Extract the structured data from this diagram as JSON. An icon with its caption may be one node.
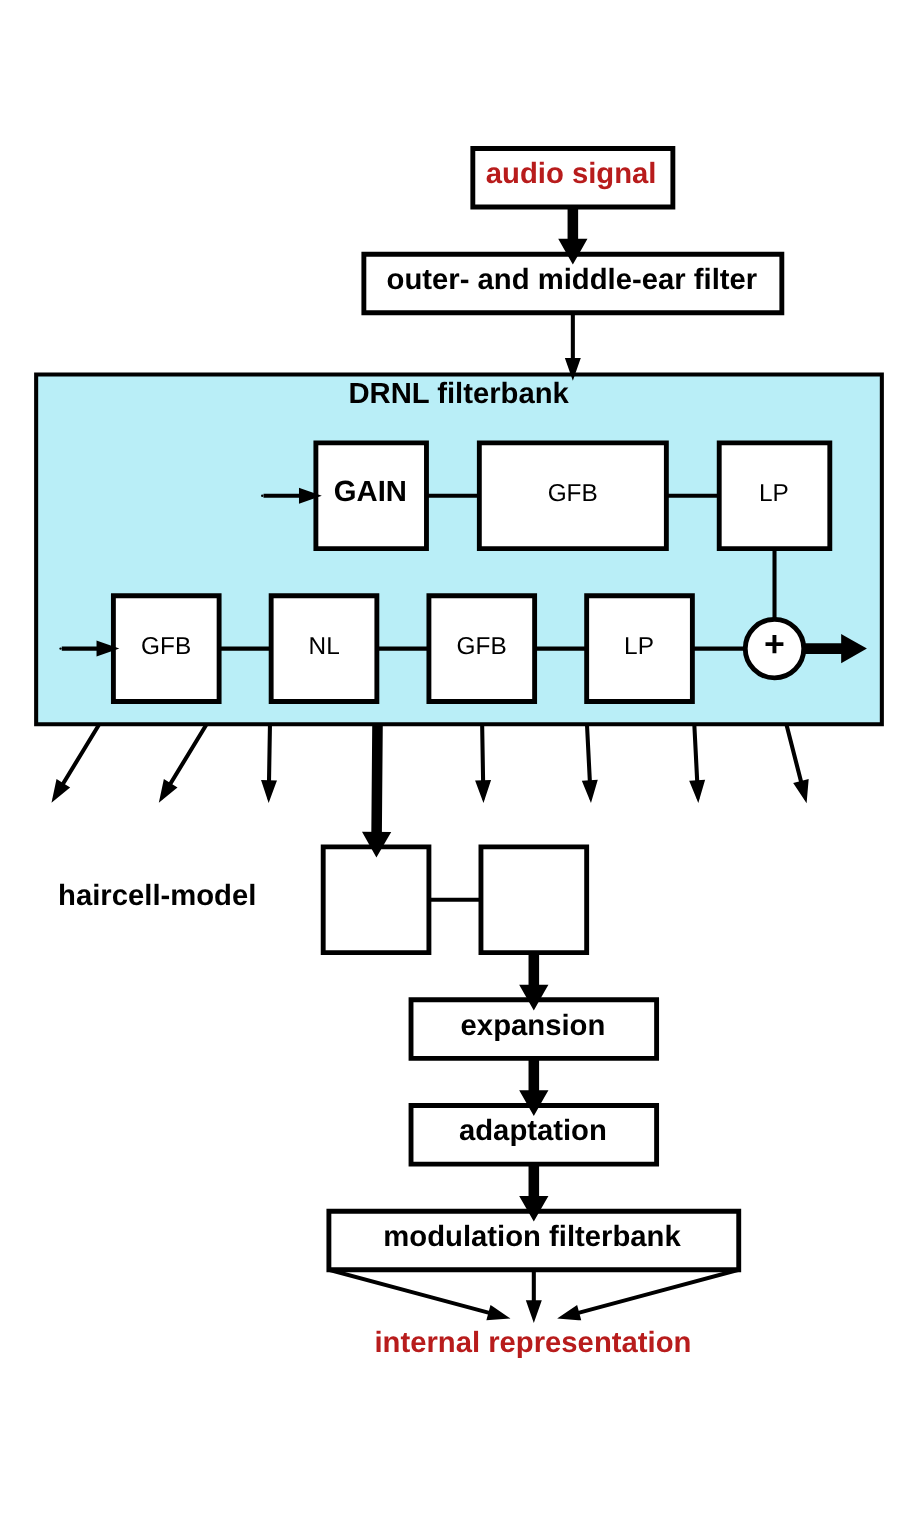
{
  "diagram": {
    "nodes": [
      {
        "text": [
          "audio signal"
        ]
      },
      {
        "text": [
          "outer- and middle-ear filter"
        ]
      },
      {
        "text": [
          "DRNL filterbank"
        ]
      },
      {
        "text": [
          "GAIN"
        ],
        "in": 2
      },
      {
        "text": [
          "GFB"
        ],
        "in": 2
      },
      {
        "text": [
          "LP"
        ],
        "in": 2
      },
      {
        "text": [
          "GFB"
        ],
        "in": 2
      },
      {
        "text": [
          "NL"
        ],
        "in": 2
      },
      {
        "text": [
          "GFB"
        ],
        "in": 2
      },
      {
        "text": [
          "LP"
        ],
        "in": 2
      },
      {
        "text": [
          "+"
        ],
        "in": 2
      },
      {
        "text": [],
        "shape": "box"
      },
      {
        "text": [],
        "shape": "box"
      },
      {
        "text": [
          "expansion"
        ]
      },
      {
        "text": [
          "adaptation"
        ]
      },
      {
        "text": [
          "modulation filterbank"
        ]
      },
      {
        "text": [
          "internal representation"
        ]
      }
    ],
    "edges": [
      {
        "from": 0,
        "to": 1,
        "arrow": "to",
        "style": "thick"
      },
      {
        "from": 1,
        "to": 2,
        "arrow": "to"
      },
      {
        "from": null,
        "to": 3,
        "arrow": "to"
      },
      {
        "from": null,
        "to": 6,
        "arrow": "to"
      },
      {
        "from": 3,
        "to": 4,
        "arrow": "none"
      },
      {
        "from": 4,
        "to": 5,
        "arrow": "none"
      },
      {
        "from": 5,
        "to": 10,
        "arrow": "none"
      },
      {
        "from": 6,
        "to": 7,
        "arrow": "none"
      },
      {
        "from": 7,
        "to": 8,
        "arrow": "none"
      },
      {
        "from": 8,
        "to": 9,
        "arrow": "none"
      },
      {
        "from": 9,
        "to": 10,
        "arrow": "none"
      },
      {
        "from": 10,
        "to": null,
        "arrow": "to",
        "style": "thick"
      },
      {
        "from": 2,
        "to": null,
        "arrow": "to"
      },
      {
        "from": 2,
        "to": null,
        "arrow": "to"
      },
      {
        "from": 2,
        "to": null,
        "arrow": "to"
      },
      {
        "from": 2,
        "to": 11,
        "arrow": "to",
        "style": "thick"
      },
      {
        "from": 2,
        "to": null,
        "arrow": "to"
      },
      {
        "from": 2,
        "to": null,
        "arrow": "to"
      },
      {
        "from": 2,
        "to": null,
        "arrow": "to"
      },
      {
        "from": 2,
        "to": null,
        "arrow": "to"
      },
      {
        "from": 11,
        "to": 12,
        "arrow": "none"
      },
      {
        "from": 12,
        "to": 13,
        "arrow": "to",
        "style": "thick"
      },
      {
        "from": 13,
        "to": 14,
        "arrow": "to",
        "style": "thick"
      },
      {
        "from": 14,
        "to": 15,
        "arrow": "to",
        "style": "thick"
      },
      {
        "from": 15,
        "to": 16,
        "arrow": "to"
      },
      {
        "from": 15,
        "to": 16,
        "arrow": "to"
      },
      {
        "from": 15,
        "to": 16,
        "arrow": "to"
      }
    ],
    "labels": [
      "haircell-model"
    ]
  }
}
